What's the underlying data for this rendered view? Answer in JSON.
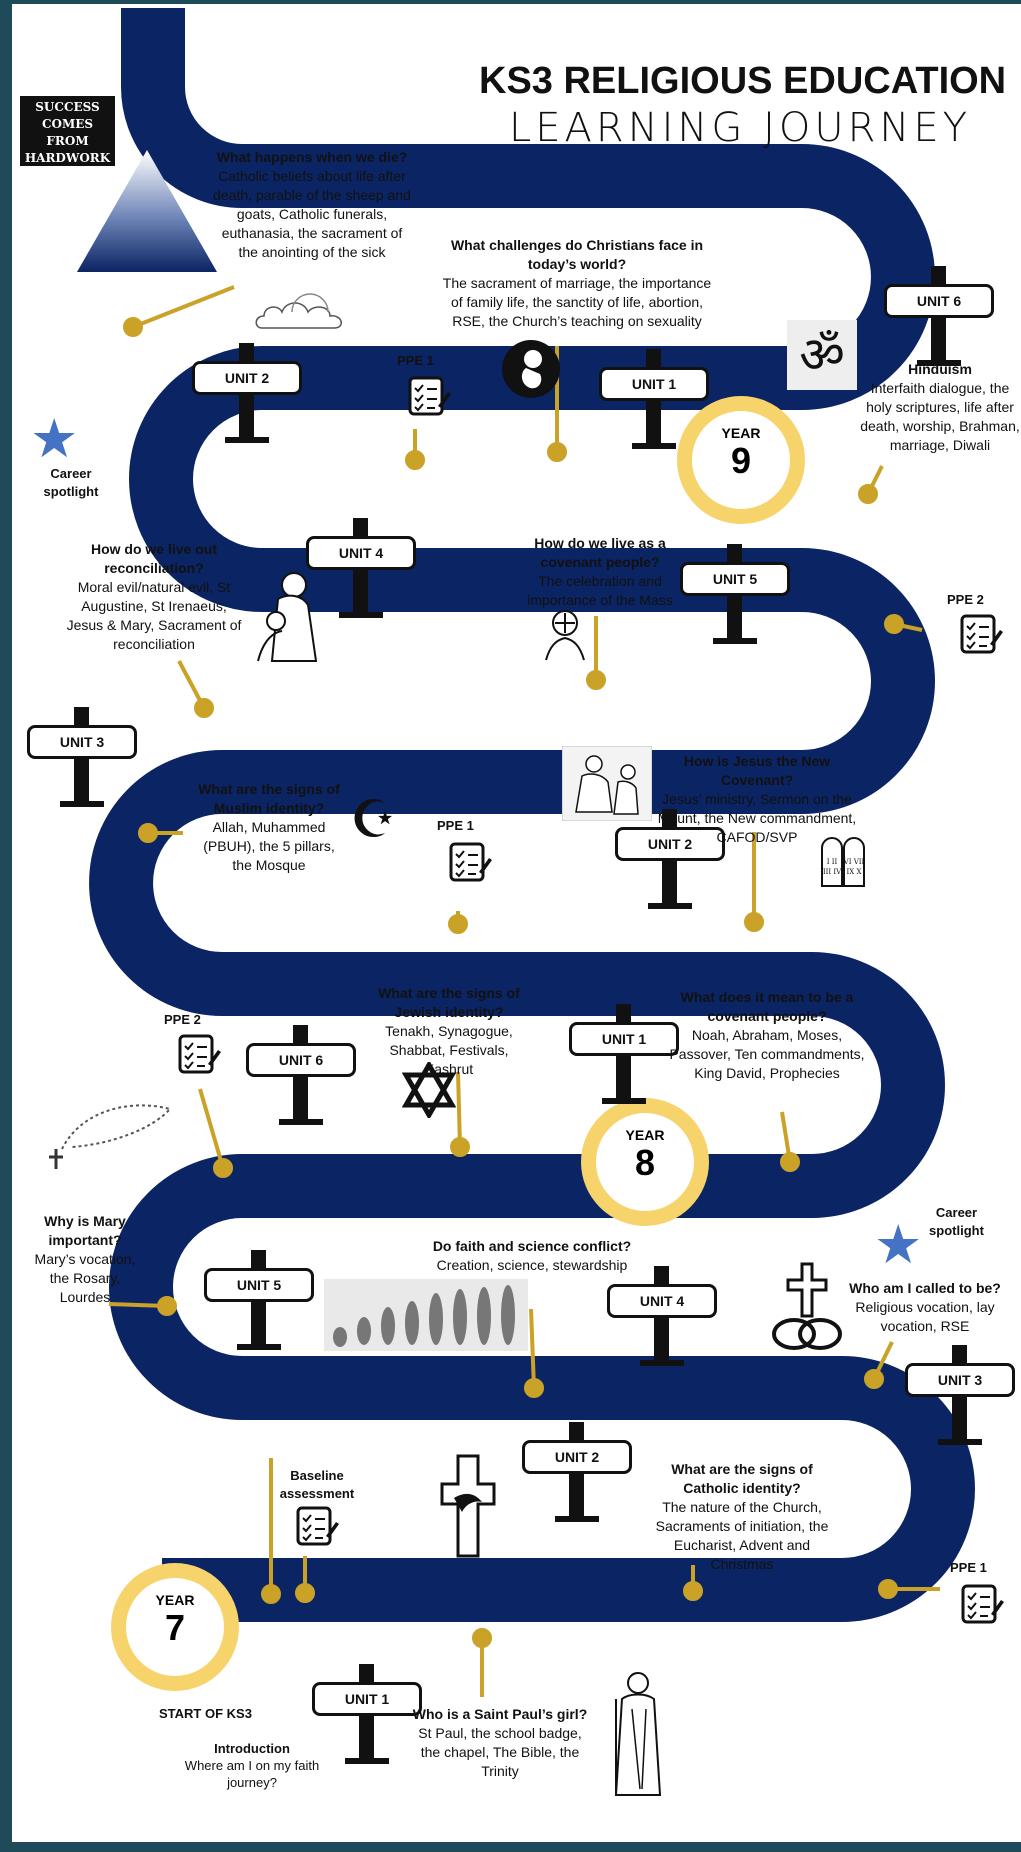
{
  "title": {
    "line1": "KS3 RELIGIOUS EDUCATION",
    "line2": "LEARNING JOURNEY"
  },
  "motto": "SUCCESS COMES FROM HARDWORK",
  "colors": {
    "road": "#0b2463",
    "connector": "#c9a227",
    "ring": "#f7d46b",
    "star": "#4472c4"
  },
  "years": {
    "y7": "7",
    "y8": "8",
    "y9": "9",
    "label": "YEAR"
  },
  "units": {
    "y7u1": "UNIT 1",
    "y7u2": "UNIT 2",
    "y7u3": "UNIT 3",
    "y7u4": "UNIT 4",
    "y7u5": "UNIT 5",
    "y7u6": "UNIT 6",
    "y8u1": "UNIT 1",
    "y8u2": "UNIT 2",
    "y8u3": "UNIT 3",
    "y8u4": "UNIT 4",
    "y8u5": "UNIT 5",
    "y8u6": "UNIT 6",
    "y9u1": "UNIT 1",
    "y9u2": "UNIT 2"
  },
  "labels": {
    "start": "START OF KS3",
    "baseline": "Baseline assessment",
    "ppe1_y7": "PPE 1",
    "ppe2_y8": "PPE 2",
    "ppe1_y8": "PPE 1",
    "ppe2_y9": "PPE 2",
    "ppe1_y9": "PPE 1",
    "career1": "Career spotlight",
    "career2": "Career spotlight"
  },
  "topics": {
    "intro": {
      "heading": "Introduction",
      "body": "Where am I on my faith journey?"
    },
    "stpaul": {
      "heading": "Who is a Saint Paul’s girl?",
      "body": "St Paul, the school badge, the chapel, The Bible, the Trinity"
    },
    "catholic": {
      "heading": "What are the signs of Catholic identity?",
      "body": "The nature of the Church, Sacraments of initiation, the Eucharist, Advent and Christmas"
    },
    "calledto": {
      "heading": "Who am I called to be?",
      "body": "Religious vocation, lay vocation, RSE"
    },
    "science": {
      "heading": "Do faith and science conflict?",
      "body": "Creation, science, stewardship"
    },
    "mary": {
      "heading": "Why is Mary important?",
      "body": "Mary’s vocation, the Rosary, Lourdes"
    },
    "jewish": {
      "heading": "What are the signs of Jewish identity?",
      "body": "Tenakh, Synagogue, Shabbat, Festivals, Kashrut"
    },
    "covenant_people": {
      "heading": "What does it mean to be a covenant people?",
      "body": "Noah, Abraham, Moses, Passover, Ten commandments, King David, Prophecies"
    },
    "muslim": {
      "heading": "What are the signs of Muslim identity?",
      "body": "Allah, Muhammed (PBUH), the 5 pillars, the Mosque"
    },
    "new_covenant": {
      "heading": "How is Jesus the New Covenant?",
      "body": "Jesus’ ministry, Sermon on the Mount, the New commandment, CAFOD/SVP"
    },
    "reconciliation": {
      "heading": "How do we live out reconciliation?",
      "body": "Moral evil/natural evil, St Augustine, St Irenaeus, Jesus & Mary, Sacrament of reconciliation"
    },
    "covenant_live": {
      "heading": "How do we live as a covenant people?",
      "body": "The celebration and importance of the Mass"
    },
    "hinduism": {
      "heading": "Hinduism",
      "body": "Interfaith dialogue, the holy scriptures, life after death, worship, Brahman, marriage, Diwali"
    },
    "challenges": {
      "heading": "What challenges do Christians face in today’s world?",
      "body": "The sacrament of marriage, the importance of family life, the sanctity of life, abortion, RSE, the Church’s teaching on sexuality"
    },
    "die": {
      "heading": "What happens when we die?",
      "body": "Catholic beliefs about life after death, parable of the sheep and goats, Catholic funerals, euthanasia, the sacrament of the anointing of the sick"
    }
  },
  "icons": [
    "om-icon",
    "crescent-star-icon",
    "star-of-david-icon",
    "tablets-icon",
    "rosary-icon",
    "checklist-icon",
    "cross-dove-icon",
    "rings-cross-icon",
    "praying-hands-icon",
    "fetus-icon",
    "cloud-icon",
    "evolution-icon",
    "saint-paul-icon",
    "madonna-icon",
    "career-star-icon"
  ]
}
